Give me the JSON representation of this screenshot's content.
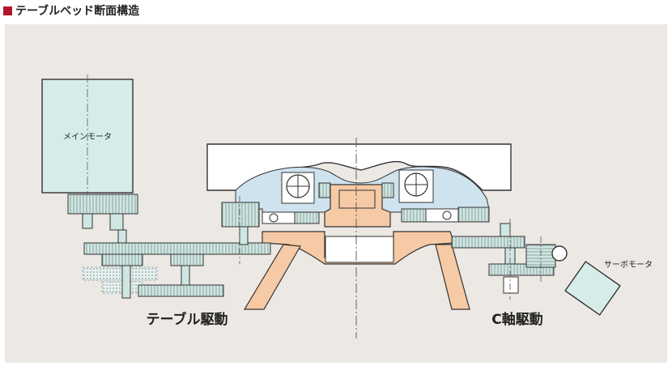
{
  "header": {
    "title": "テーブルベッド断面構造",
    "bullet_color": "#b5162b"
  },
  "labels": {
    "main_motor": "メインモータ",
    "servo_motor": "サーボモータ",
    "table_drive": "テーブル駆動",
    "c_axis_drive": "C軸駆動"
  },
  "colors": {
    "panel_bg": "#ece8e4",
    "motor_fill": "#d6ece9",
    "gear_fill": "#cfe6e2",
    "spindle_fill": "#f6caa5",
    "housing_fill": "#cfe3ef",
    "table_fill": "#ffffff",
    "outline": "#333333"
  }
}
